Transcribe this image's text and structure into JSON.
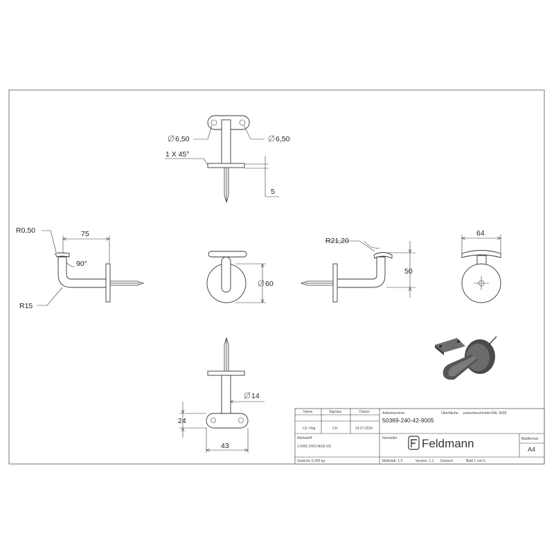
{
  "dimensions": {
    "hole_left": "6,50",
    "hole_right": "6,50",
    "chamfer": "1 X 45°",
    "plate_thickness": "5",
    "fillet_small": "R0,50",
    "length_75": "75",
    "angle": "90°",
    "bend_radius": "R15",
    "disc_dia": "60",
    "radius_saddle": "R21,20",
    "height_50": "50",
    "width_64": "64",
    "rod_dia": "14",
    "plate_width": "24",
    "plate_length": "43"
  },
  "title_block": {
    "headers": {
      "name": "Name",
      "signatur": "Signatur",
      "datum": "Datum"
    },
    "drawn_by": "Ch. Hög",
    "signature": "CH",
    "date": "24.07.2024",
    "article_label": "Artikelnummer",
    "article_number": "50369-240-42-9005",
    "surface_label": "Oberfläche:",
    "surface_value": "pulverbeschichtet RAL 9005",
    "material_label": "Werkstoff:",
    "material_value": "1.4301 (X5CrNi18-10)",
    "manufacturer_label": "Hersteller",
    "brand": "Feldmann",
    "format_label": "Blattformat",
    "format_value": "A4",
    "weight": "Gewicht: 0,295 kg",
    "scale": "Maßstab: 1:3",
    "version": "Version: 1.1",
    "language": "Deutsch",
    "sheet": "Blatt 1 von 5"
  }
}
